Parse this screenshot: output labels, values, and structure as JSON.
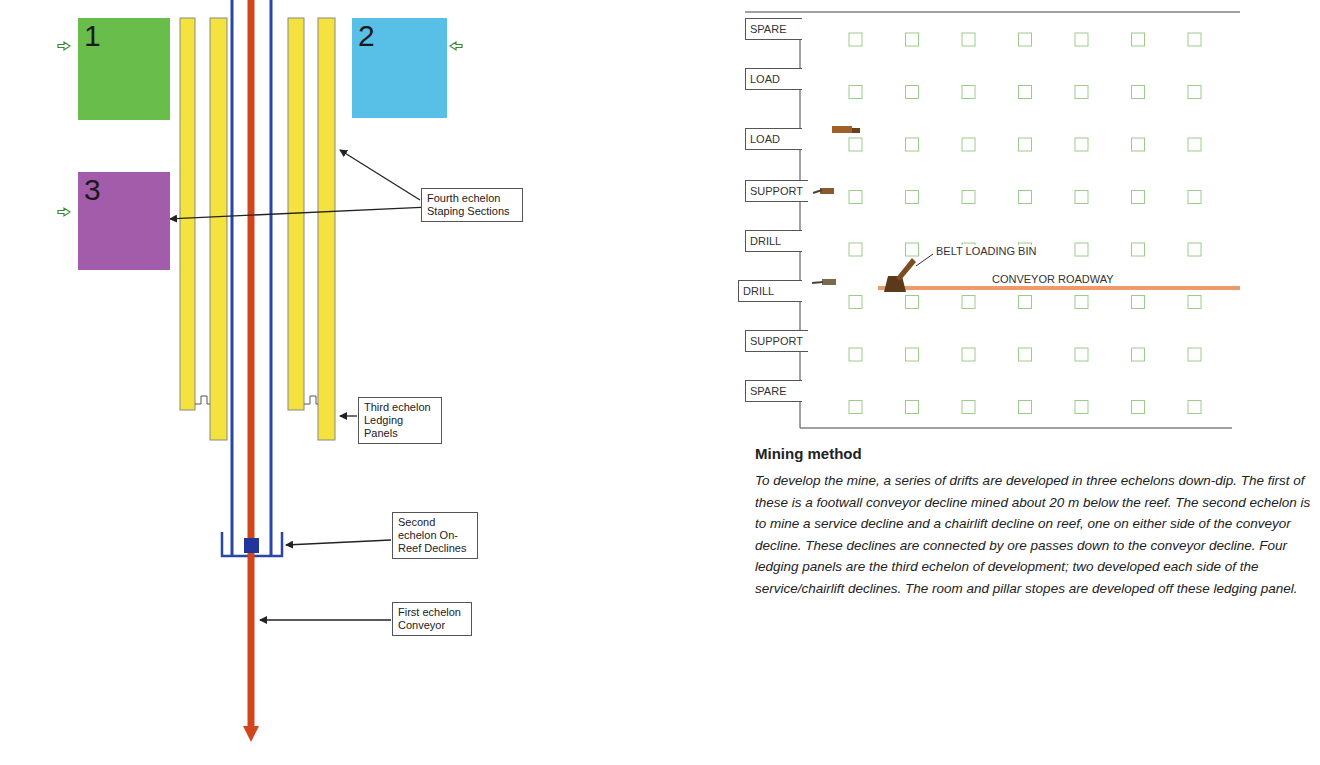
{
  "diagram": {
    "title": "Mining method",
    "caption": "To develop the mine, a series of drifts are developed in three echelons down-dip. The first of these is a footwall conveyor decline mined about 20 m below the reef. The second echelon is to mine a service decline and a chairlift decline on reef, one on either side of the conveyor decline. These declines are connected by ore passes down to the conveyor decline. Four ledging panels are the third echelon of development; two developed each side of the service/chairlift declines. The room and pillar stopes are developed off these ledging panel.",
    "nodes": [
      {
        "text": [
          "1"
        ]
      },
      {
        "text": [
          "2"
        ]
      },
      {
        "text": [
          "3"
        ]
      },
      {
        "text": [
          "Fourth echelon Staping Sections"
        ]
      },
      {
        "text": [
          "Third echelon Ledging Panels"
        ]
      },
      {
        "text": [
          "Second echelon On-Reef Declines"
        ]
      },
      {
        "text": [
          "First echelon Conveyor"
        ]
      },
      {
        "text": [
          "SPARE"
        ]
      },
      {
        "text": [
          "LOAD"
        ]
      },
      {
        "text": [
          "LOAD"
        ]
      },
      {
        "text": [
          "SUPPORT"
        ]
      },
      {
        "text": [
          "DRILL"
        ]
      },
      {
        "text": [
          "DRILL"
        ]
      },
      {
        "text": [
          "SUPPORT"
        ]
      },
      {
        "text": [
          "SPARE"
        ]
      }
    ],
    "edges": [
      {
        "from": 3,
        "to": 2,
        "arrow": "to"
      }
    ],
    "labels": [
      "BELT LOADING BIN",
      "CONVEYOR ROADWAY"
    ]
  }
}
